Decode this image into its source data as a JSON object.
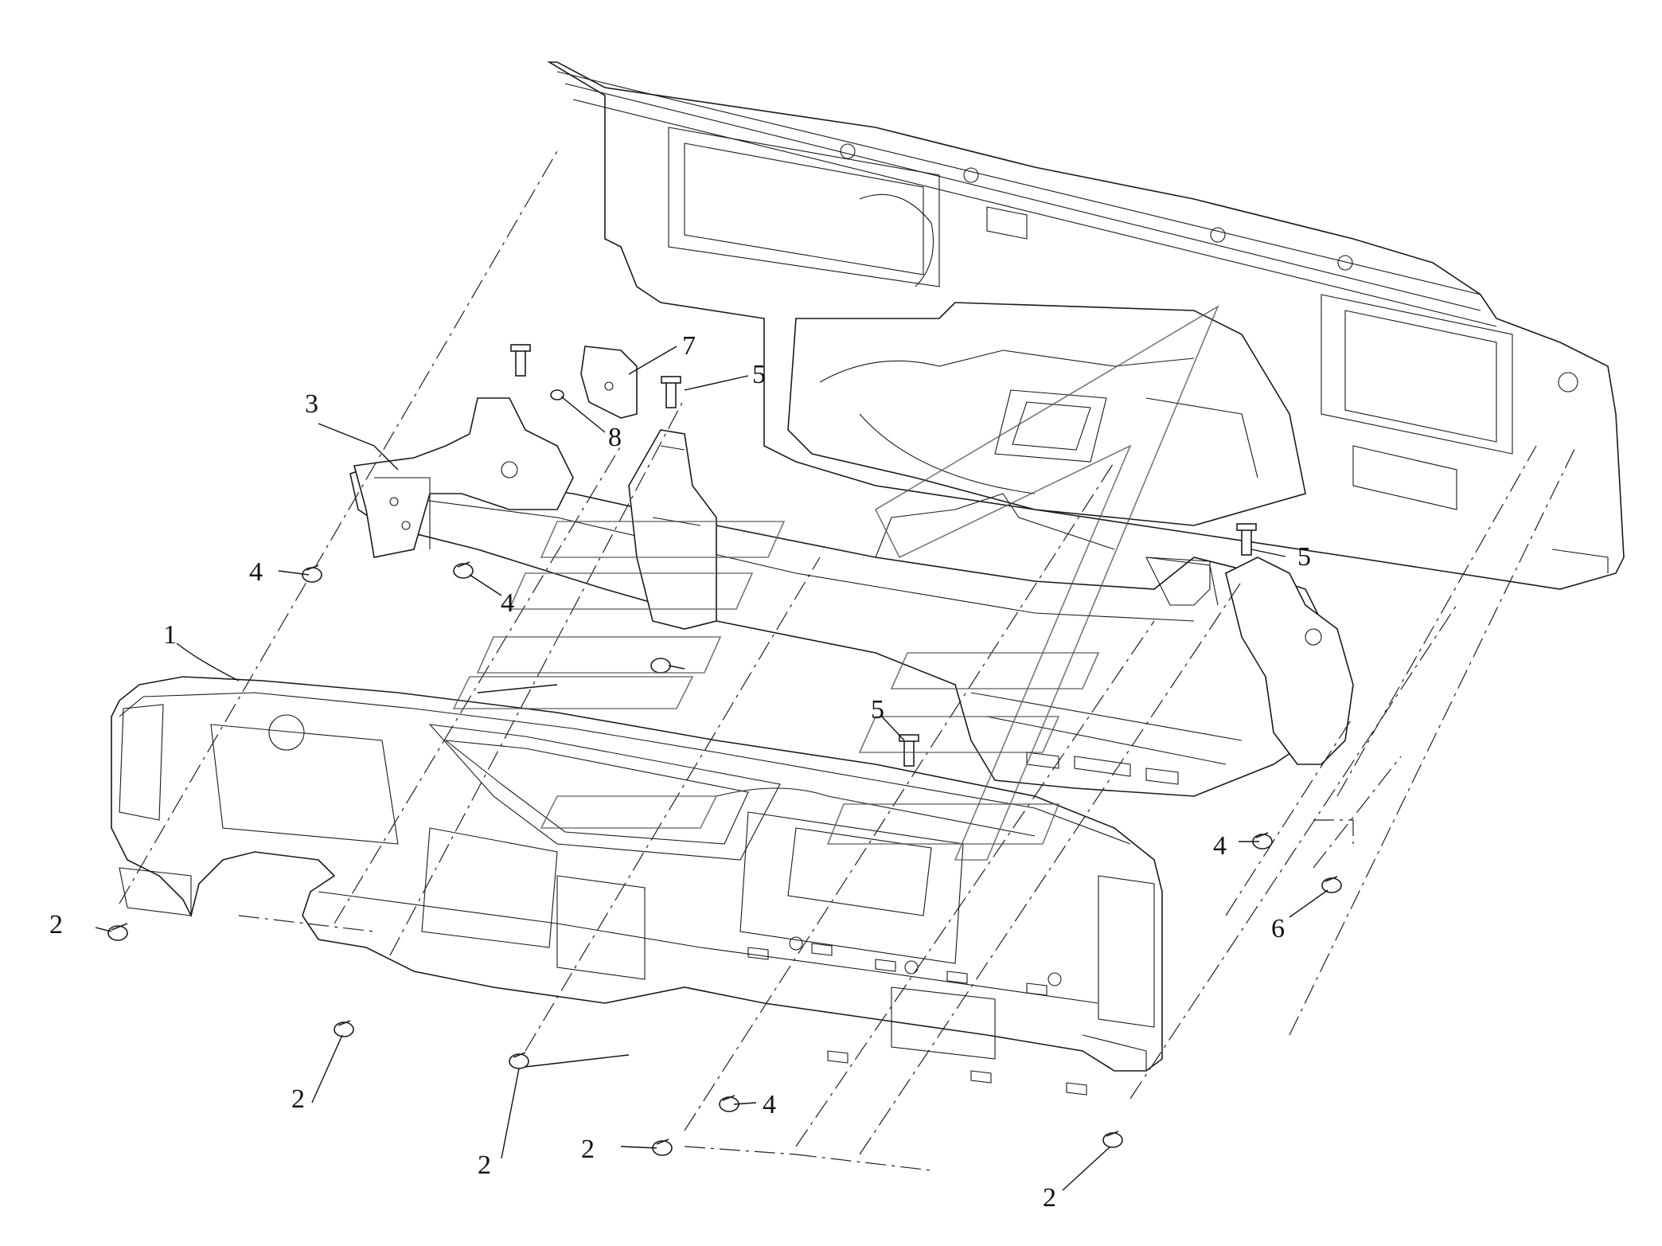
{
  "diagram": {
    "callouts": [
      {
        "id": "c1",
        "label": "1"
      },
      {
        "id": "c2a",
        "label": "2"
      },
      {
        "id": "c2b",
        "label": "2"
      },
      {
        "id": "c2c",
        "label": "2"
      },
      {
        "id": "c2d",
        "label": "2"
      },
      {
        "id": "c2e",
        "label": "2"
      },
      {
        "id": "c3",
        "label": "3"
      },
      {
        "id": "c4a",
        "label": "4"
      },
      {
        "id": "c4b",
        "label": "4"
      },
      {
        "id": "c4c",
        "label": "4"
      },
      {
        "id": "c4d",
        "label": "4"
      },
      {
        "id": "c5a",
        "label": "5"
      },
      {
        "id": "c5b",
        "label": "5"
      },
      {
        "id": "c5c",
        "label": "5"
      },
      {
        "id": "c6",
        "label": "6"
      },
      {
        "id": "c7",
        "label": "7"
      },
      {
        "id": "c8",
        "label": "8"
      }
    ]
  }
}
